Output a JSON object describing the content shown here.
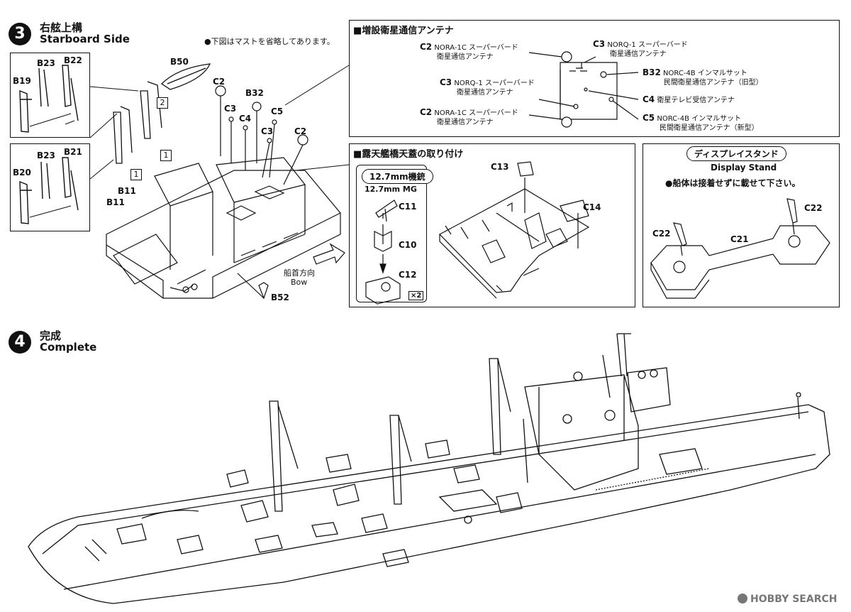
{
  "step3": {
    "number": "3",
    "title_jp": "右舷上構",
    "title_en": "Starboard Side",
    "note": "●下図はマストを省略してあります。",
    "parts": {
      "b23a": "B23",
      "b22": "B22",
      "b19": "B19",
      "b23b": "B23",
      "b21": "B21",
      "b20": "B20",
      "b50": "B50",
      "c2a": "C2",
      "b32": "B32",
      "c3a": "C3",
      "c4": "C4",
      "c5": "C5",
      "c3b": "C3",
      "c2b": "C2",
      "b11a": "B11",
      "b11b": "B11",
      "b52": "B52"
    },
    "callouts": {
      "one_a": "1",
      "one_b": "1",
      "two": "2"
    },
    "bow_jp": "船首方向",
    "bow_en": "Bow"
  },
  "antenna": {
    "title": "■増設衛星通信アンテナ",
    "items": [
      {
        "code": "C2",
        "text1": "NORA-1C スーパーバード",
        "text2": "衛星通信アンテナ"
      },
      {
        "code": "C3",
        "text1": "NORQ-1 スーパーバード",
        "text2": "衛星通信アンテナ"
      },
      {
        "code": "C3",
        "text1": "NORQ-1 スーパーバード",
        "text2": "衛星通信アンテナ"
      },
      {
        "code": "B32",
        "text1": "NORC-4B インマルサット",
        "text2": "民間衛星通信アンテナ（旧型）"
      },
      {
        "code": "C4",
        "text1": "衛星テレビ受信アンテナ",
        "text2": ""
      },
      {
        "code": "C2",
        "text1": "NORA-1C スーパーバード",
        "text2": "衛星通信アンテナ"
      },
      {
        "code": "C5",
        "text1": "NORC-4B インマルサット",
        "text2": "民間衛星通信アンテナ（新型）"
      }
    ]
  },
  "bridge": {
    "title": "■露天艦橋天蓋の取り付け",
    "mg_jp": "12.7mm機銃",
    "mg_en": "12.7mm MG",
    "c11": "C11",
    "c10": "C10",
    "c12": "C12",
    "x2": "×2",
    "c13": "C13",
    "c14": "C14"
  },
  "stand": {
    "title_jp": "ディスプレイスタンド",
    "title_en": "Display Stand",
    "note": "●船体は接着せずに載せて下さい。",
    "c22a": "C22",
    "c21": "C21",
    "c22b": "C22"
  },
  "step4": {
    "number": "4",
    "title_jp": "完成",
    "title_en": "Complete"
  },
  "watermark": "HOBBY SEARCH"
}
